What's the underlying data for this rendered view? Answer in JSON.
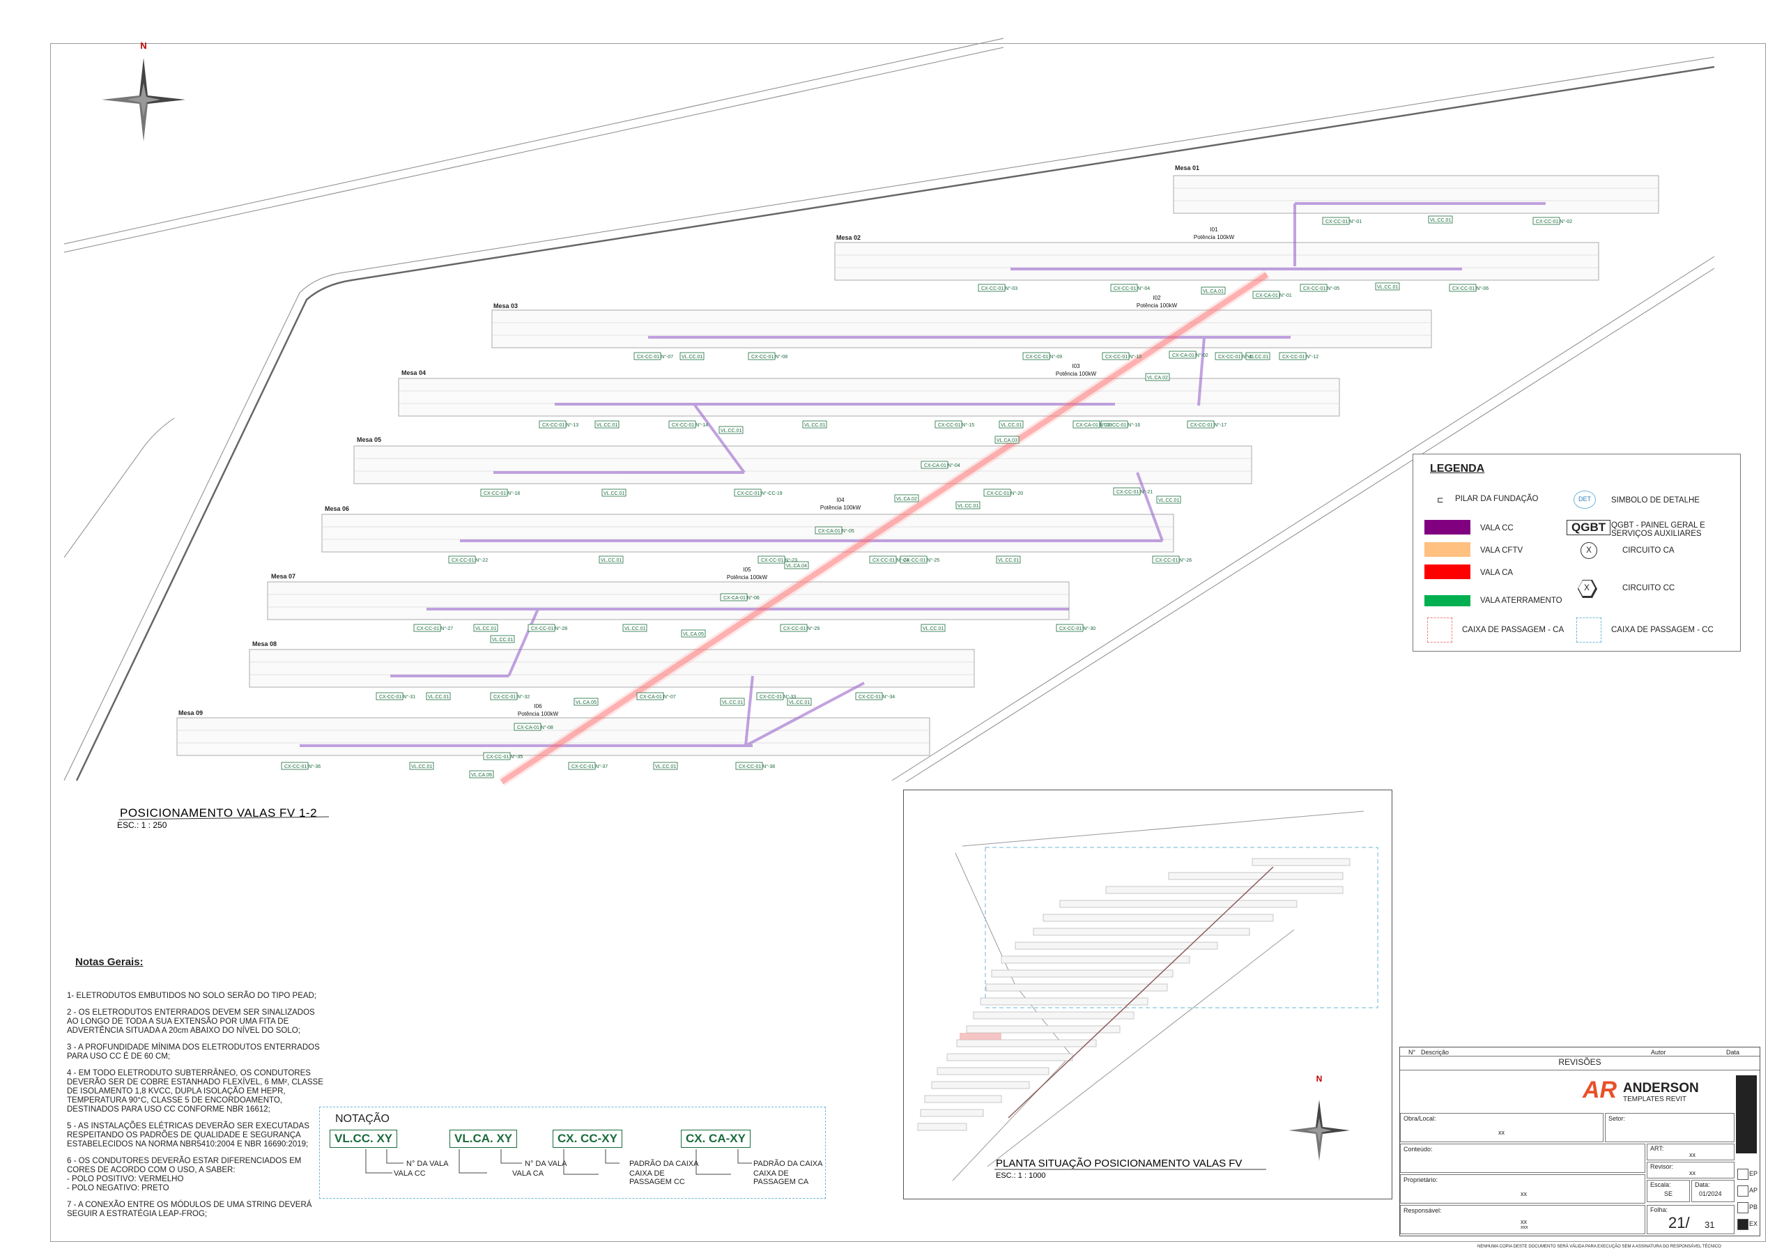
{
  "north_label": "N",
  "mesas": [
    {
      "label": "Mesa 01"
    },
    {
      "label": "Mesa 02"
    },
    {
      "label": "Mesa 03"
    },
    {
      "label": "Mesa 04"
    },
    {
      "label": "Mesa 05"
    },
    {
      "label": "Mesa 06"
    },
    {
      "label": "Mesa 07"
    },
    {
      "label": "Mesa 08"
    },
    {
      "label": "Mesa 09"
    }
  ],
  "inverters": [
    {
      "id": "I01",
      "power": "Potência 100kW"
    },
    {
      "id": "I02",
      "power": "Potência 100kW"
    },
    {
      "id": "I03",
      "power": "Potência 100kW"
    },
    {
      "id": "I04",
      "power": "Potência 100kW"
    },
    {
      "id": "I05",
      "power": "Potência 100kW"
    },
    {
      "id": "I06",
      "power": "Potência 100kW"
    }
  ],
  "tags": [
    "CX-CC-01 N°-01",
    "VL.CC.01",
    "CX-CC-01 N°-02",
    "CX-CC-01 N°-03",
    "CX-CC-01 N°-04",
    "VL.CA.01",
    "CX-CA-01 N°-01",
    "CX-CC-01 N°-05",
    "VL.CC.01",
    "CX-CC-01 N°-06",
    "CX-CC-01 N°-07",
    "VL.CC.01",
    "CX-CC-01 N°-08",
    "CX-CC-01 N°-09",
    "CX-CC-01 N°-10",
    "CX-CA-01 N°-02",
    "CX-CC-01 N°-11",
    "VL.CC.01",
    "CX-CC-01 N°-12",
    "CX-CC-01 N°-13",
    "VL.CC.01",
    "CX-CC-01 N°-14",
    "VL.CC.01",
    "VL.CC.01",
    "CX-CC-01 N°-15",
    "CX-CA-01 N°-03",
    "CX-CC-01 N°-16",
    "VL.CA.02",
    "VL.CC.01",
    "CX-CC-01 N°-17",
    "CX-CC-01 N°-18",
    "VL.CC.01",
    "CX-CC-01 N°-CC-19",
    "VL.CA.03",
    "CX-CA-01 N°-04",
    "VL.CC.01",
    "CX-CC-01 N°-20",
    "CX-CC-01 N°-21",
    "VL.CC.01",
    "CX-CC-01 N°-22",
    "VL.CC.01",
    "VL.CA.02",
    "CX-CA-01 N°-05",
    "CX-CC-01 N°-23",
    "CX-CC-01 N°-24",
    "CX-CC-01 N°-25",
    "VL.CC.01",
    "CX-CC-01 N°-26",
    "CX-CC-01 N°-27",
    "VL.CC.01",
    "CX-CC-01 N°-28",
    "VL.CC.01",
    "CX-CA-01 N°-06",
    "VL.CA.04",
    "CX-CC-01 N°-29",
    "VL.CC.01",
    "CX-CC-01 N°-30",
    "VL.CC.01",
    "VL.CA.05",
    "CX-CC-01 N°-31",
    "VL.CC.01",
    "CX-CC-01 N°-32",
    "VL.CA.05",
    "CX-CA-01 N°-07",
    "VL.CC.01",
    "CX-CC-01 N°-33",
    "VL.CC.01",
    "CX-CC-01 N°-34",
    "CX-CA-01 N°-08",
    "CX-CC-01 N°-35",
    "VL.CC.01",
    "CX-CC-01 N°-36",
    "VL.CA.06",
    "CX-CC-01 N°-37",
    "VL.CC.01",
    "CX-CC-01 N°-38"
  ],
  "drawing_title": "POSICIONAMENTO VALAS FV 1-2",
  "drawing_scale": "ESC.: 1 : 250",
  "legend": {
    "title": "LEGENDA",
    "items": [
      {
        "label": "PILAR DA FUNDAÇÃO",
        "color": ""
      },
      {
        "label": "SIMBOLO DE DETALHE",
        "color": ""
      },
      {
        "label": "VALA CC",
        "color": "#800080"
      },
      {
        "label": "QGBT - PAINEL GERAL E SERVIÇOS AUXILIARES",
        "color": ""
      },
      {
        "label": "VALA CFTV",
        "color": "#ffc080"
      },
      {
        "label": "CIRCUITO CA",
        "color": ""
      },
      {
        "label": "VALA CA",
        "color": "#ff0000"
      },
      {
        "label": "CIRCUITO CC",
        "color": ""
      },
      {
        "label": "VALA ATERRAMENTO",
        "color": "#00b050"
      },
      {
        "label": "CAIXA DE PASSAGEM - CA",
        "color": ""
      },
      {
        "label": "CAIXA DE PASSAGEM - CC",
        "color": ""
      }
    ],
    "qgbt": "QGBT",
    "det": "DET",
    "x": "X"
  },
  "notes": {
    "title": "Notas Gerais:",
    "items": [
      "1- ELETRODUTOS EMBUTIDOS NO SOLO SERÃO DO TIPO PEAD;",
      "2 - OS ELETRODUTOS ENTERRADOS DEVEM SER SINALIZADOS AO LONGO DE TODA A SUA EXTENSÃO POR UMA FITA DE ADVERTÊNCIA SITUADA A 20cm ABAIXO DO NÍVEL DO SOLO;",
      "3 - A PROFUNDIDADE MÍNIMA DOS ELETRODUTOS ENTERRADOS PARA USO CC É DE 60 CM;",
      "4 - EM TODO ELETRODUTO SUBTERRÂNEO, OS CONDUTORES DEVERÃO SER DE COBRE ESTANHADO FLEXÍVEL, 6 MM², CLASSE DE ISOLAMENTO 1,8 KVCC, DUPLA ISOLAÇÃO EM HEPR, TEMPERATURA 90°C, CLASSE 5 DE ENCORDOAMENTO, DESTINADOS PARA USO CC CONFORME NBR 16612;",
      "5 - AS INSTALAÇÕES ELÉTRICAS DEVERÃO SER EXECUTADAS RESPEITANDO OS PADRÕES DE QUALIDADE E SEGURANÇA ESTABELECIDOS NA NORMA NBR5410:2004 E NBR 16690:2019;",
      "6 - OS CONDUTORES DEVERÃO ESTAR DIFERENCIADOS EM CORES DE ACORDO COM O USO, A SABER:\n- POLO POSITIVO: VERMELHO\n- POLO NEGATIVO: PRETO",
      "7 - A CONEXÃO ENTRE OS MÓDULOS DE UMA STRING DEVERÁ SEGUIR A ESTRATÉGIA LEAP-FROG;"
    ]
  },
  "notacao": {
    "title": "NOTAÇÃO",
    "badges": [
      "VL.CC. XY",
      "VL.CA. XY",
      "CX. CC-XY",
      "CX. CA-XY"
    ],
    "ann1a": "N° DA VALA",
    "ann1b": "VALA CC",
    "ann2a": "N° DA VALA",
    "ann2b": "VALA CA",
    "ann3a": "PADRÃO DA CAIXA",
    "ann3b": "CAIXA DE PASSAGEM CC",
    "ann4a": "PADRÃO DA CAIXA",
    "ann4b": "CAIXA DE PASSAGEM CA"
  },
  "inset": {
    "title": "PLANTA SITUAÇÃO POSICIONAMENTO VALAS FV",
    "scale": "ESC.: 1 : 1000"
  },
  "titleblock": {
    "rev_headers": [
      "N°",
      "Descrição",
      "Autor",
      "Data"
    ],
    "revisoes": "REVISÕES",
    "brand": "ANDERSON",
    "brand_sub": "TEMPLATES REVIT",
    "logo": "AR",
    "obra_label": "Obra/Local:",
    "obra_value": "xx",
    "setor_label": "Setor:",
    "conteudo_label": "Conteúdo:",
    "art_label": "ART:",
    "art_value": "xx",
    "revisor_label": "Revisor:",
    "revisor_value": "xx",
    "proprietario_label": "Proprietário:",
    "proprietario_value": "xx",
    "escala_label": "Escala:",
    "escala_value": "SE",
    "data_label": "Data:",
    "data_value": "01/2024",
    "responsavel_label": "Responsável:",
    "responsavel_value": "xx",
    "responsavel_sub": "xxx",
    "folha_label": "Folha:",
    "folha_value": "21/",
    "folha_total": "31",
    "stages": [
      "EP",
      "AP",
      "PB",
      "EX"
    ],
    "footer": "NENHUMA COPIA DESTE DOCUMENTO SERÁ VÁLIDA PARA EXECUÇÃO SEM A ASSINATURA DO RESPONSÁVEL TÉCNICO"
  }
}
